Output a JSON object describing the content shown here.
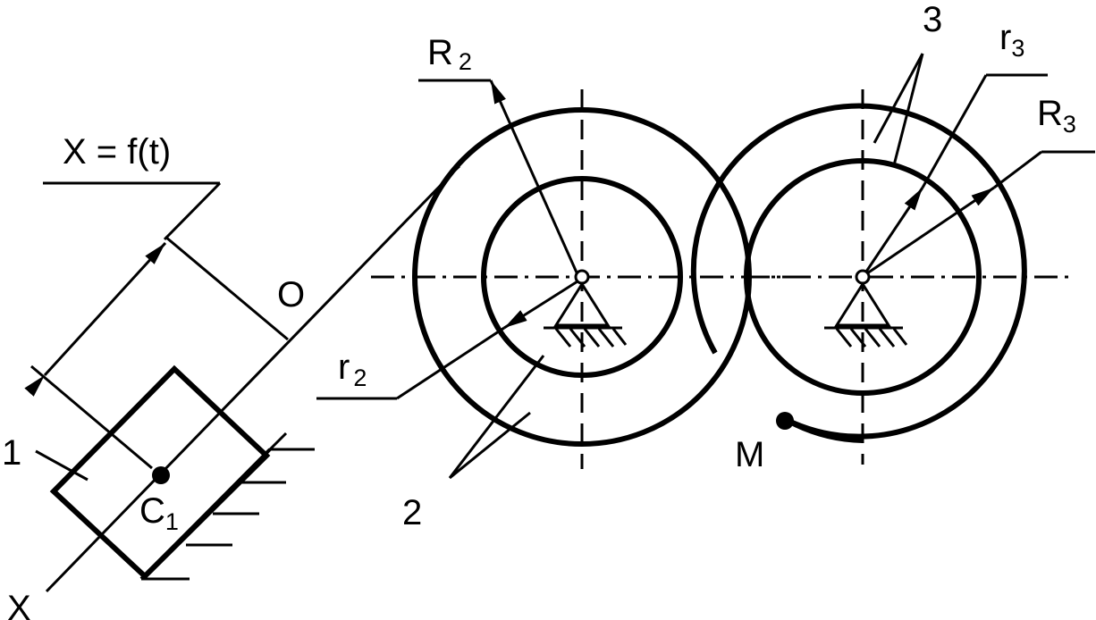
{
  "labels": {
    "displacement_x": "X",
    "displacement_eq": " = f(t)",
    "origin": "O",
    "axis_x": "X",
    "body1": "1",
    "center_c": "C",
    "center_c_sub": "1",
    "body2": "2",
    "body3": "3",
    "R2": "R",
    "R2_sub": "2",
    "r2": "r",
    "r2_sub": "2",
    "R3": "R",
    "R3_sub": "3",
    "r3": "r",
    "r3_sub": "3",
    "point_m": "M"
  }
}
